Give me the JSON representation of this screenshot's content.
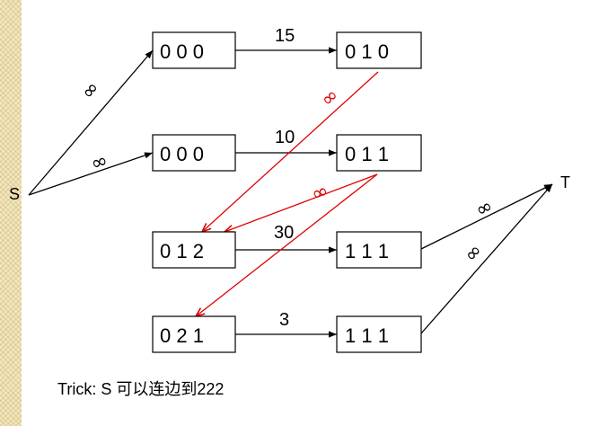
{
  "colors": {
    "black_edge": "#000000",
    "red_edge": "#e00000",
    "strip": "#f3e6bf"
  },
  "terminals": {
    "source": "S",
    "sink": "T"
  },
  "nodes": {
    "r1_left": "0 0 0",
    "r1_right": "0 1 0",
    "r2_left": "0 0 0",
    "r2_right": "0 1 1",
    "r3_left": "0 1 2",
    "r3_right": "1 1 1",
    "r4_left": "0 2 1",
    "r4_right": "1 1 1"
  },
  "weights": {
    "r1": "15",
    "r2": "10",
    "r3": "30",
    "r4": "3"
  },
  "infinity": {
    "s_to_r1": "∞",
    "s_to_r2": "∞",
    "red_1": "∞",
    "red_2": "∞",
    "r3_to_t": "∞",
    "r4_to_t": "∞"
  },
  "caption": "Trick: S 可以连边到222"
}
